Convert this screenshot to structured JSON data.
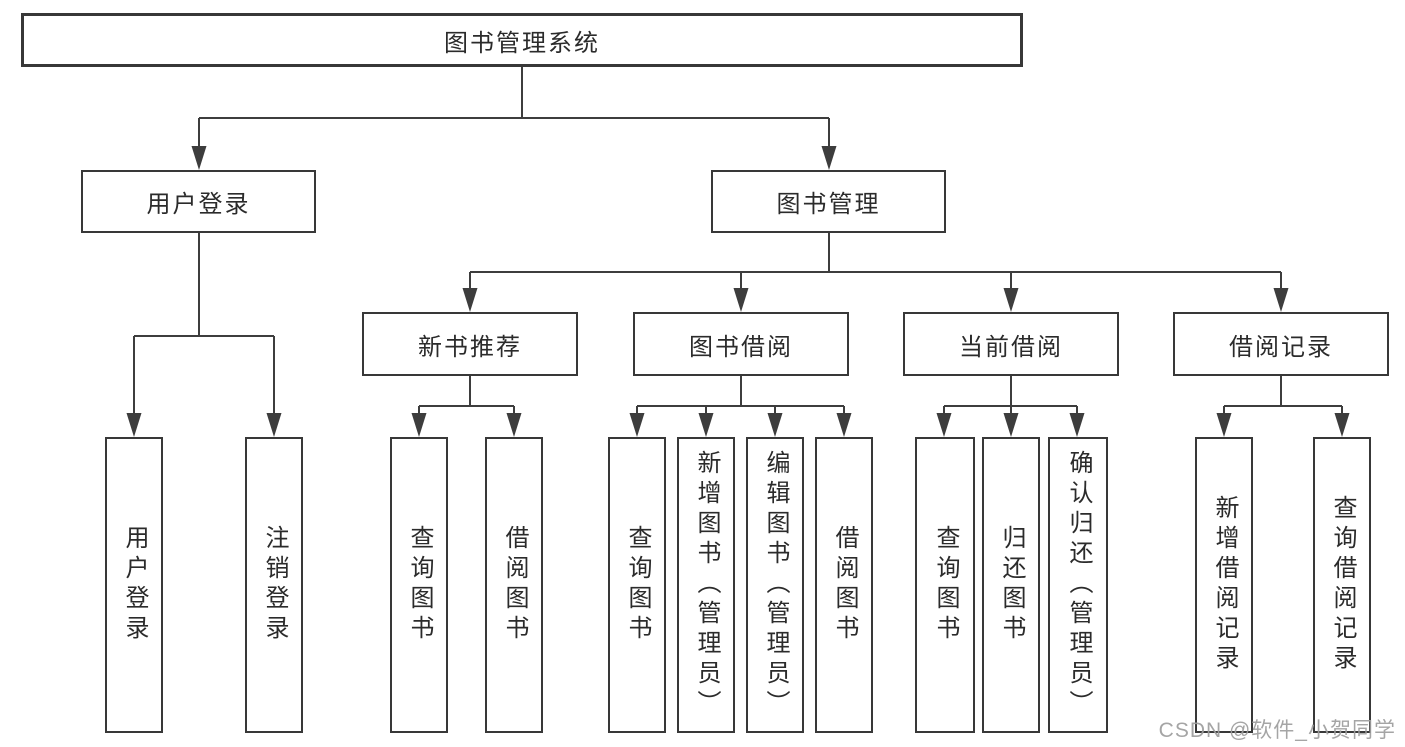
{
  "diagram": {
    "title": "图书管理系统",
    "root": {
      "label": "图书管理系统"
    },
    "level2": [
      {
        "label": "用户登录"
      },
      {
        "label": "图书管理"
      }
    ],
    "level3": [
      {
        "label": "新书推荐",
        "parent": "图书管理"
      },
      {
        "label": "图书借阅",
        "parent": "图书管理"
      },
      {
        "label": "当前借阅",
        "parent": "图书管理"
      },
      {
        "label": "借阅记录",
        "parent": "图书管理"
      }
    ],
    "leaves": [
      {
        "label": "用户登录",
        "parent": "用户登录"
      },
      {
        "label": "注销登录",
        "parent": "用户登录"
      },
      {
        "label": "查询图书",
        "parent": "新书推荐"
      },
      {
        "label": "借阅图书",
        "parent": "新书推荐"
      },
      {
        "label": "查询图书",
        "parent": "图书借阅"
      },
      {
        "label": "新增图书（管理员）",
        "parent": "图书借阅"
      },
      {
        "label": "编辑图书（管理员）",
        "parent": "图书借阅"
      },
      {
        "label": "借阅图书",
        "parent": "图书借阅"
      },
      {
        "label": "查询图书",
        "parent": "当前借阅"
      },
      {
        "label": "归还图书",
        "parent": "当前借阅"
      },
      {
        "label": "确认归还（管理员）",
        "parent": "当前借阅"
      },
      {
        "label": "新增借阅记录",
        "parent": "借阅记录"
      },
      {
        "label": "查询借阅记录",
        "parent": "借阅记录"
      }
    ]
  },
  "watermark": {
    "text": "CSDN @软件_小贺同学"
  },
  "colors": {
    "background": "#ffffff",
    "line": "#3d3d3d",
    "box_border": "#383838",
    "text": "#2b2b2b",
    "watermark": "#9e9e9e"
  }
}
